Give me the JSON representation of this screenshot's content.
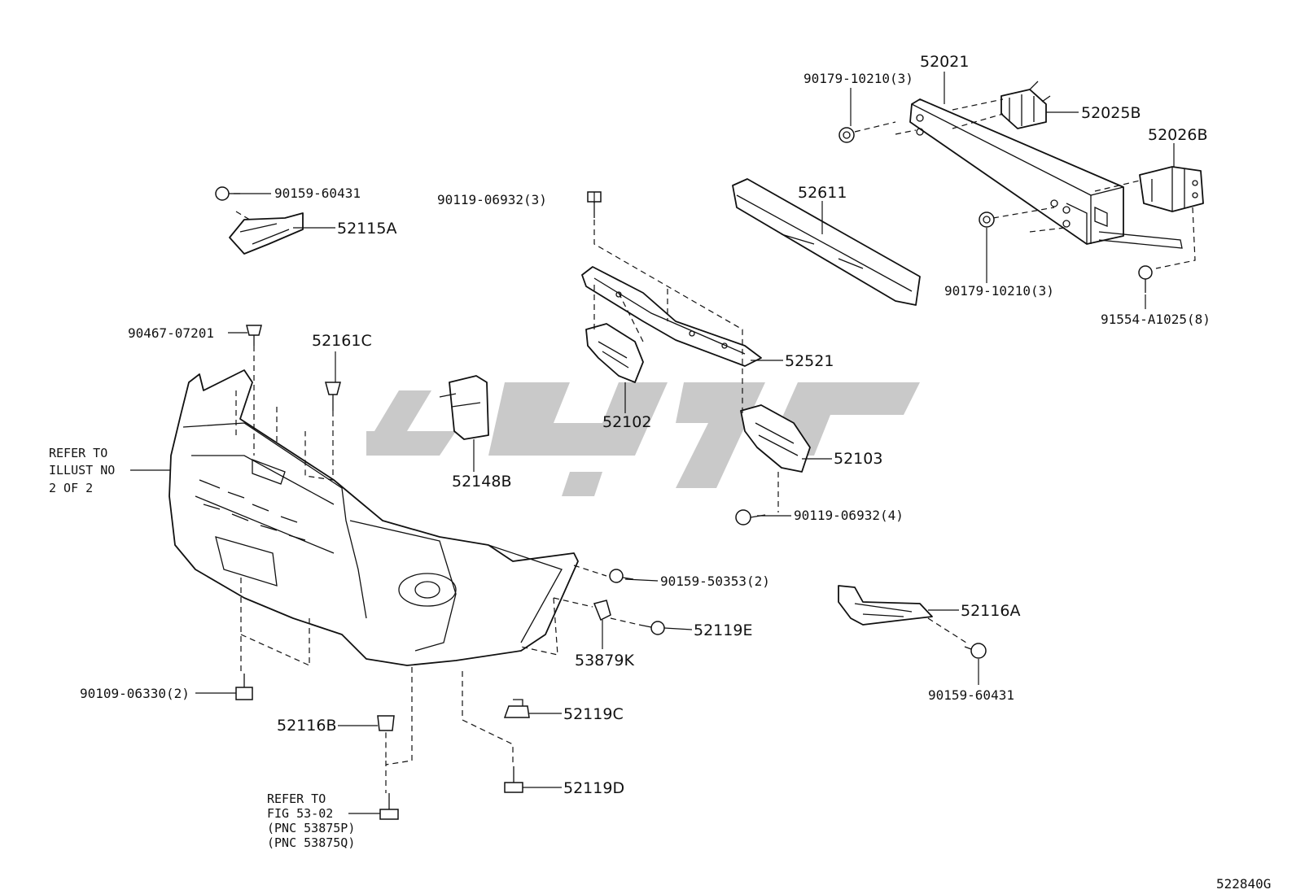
{
  "labels": {
    "p52021": "52021",
    "p90179_top": "90179-10210(3)",
    "p52025B": "52025B",
    "p52026B": "52026B",
    "p52611": "52611",
    "p90179_bot": "90179-10210(3)",
    "p91554": "91554-A1025(8)",
    "p90159_60431_top": "90159-60431",
    "p52115A": "52115A",
    "p90119_3": "90119-06932(3)",
    "p90467": "90467-07201",
    "p52161C": "52161C",
    "p52521": "52521",
    "p52102": "52102",
    "p52148B": "52148B",
    "p52103": "52103",
    "p90119_4": "90119-06932(4)",
    "p90159_50353": "90159-50353(2)",
    "p52119E": "52119E",
    "p53879K": "53879K",
    "p52116A": "52116A",
    "p90159_60431_bot": "90159-60431",
    "p90109": "90109-06330(2)",
    "p52116B": "52116B",
    "p52119C": "52119C",
    "p52119D": "52119D",
    "refer_illust": [
      "REFER TO",
      "ILLUST NO",
      "2 OF 2"
    ],
    "refer_fig": [
      "REFER TO",
      "FIG 53-02",
      "(PNC 53875P)",
      "(PNC 53875Q)"
    ],
    "illustration_code": "522840G"
  },
  "colors": {
    "line": "#111111",
    "watermark": "#c9c9c9",
    "background": "#ffffff"
  }
}
